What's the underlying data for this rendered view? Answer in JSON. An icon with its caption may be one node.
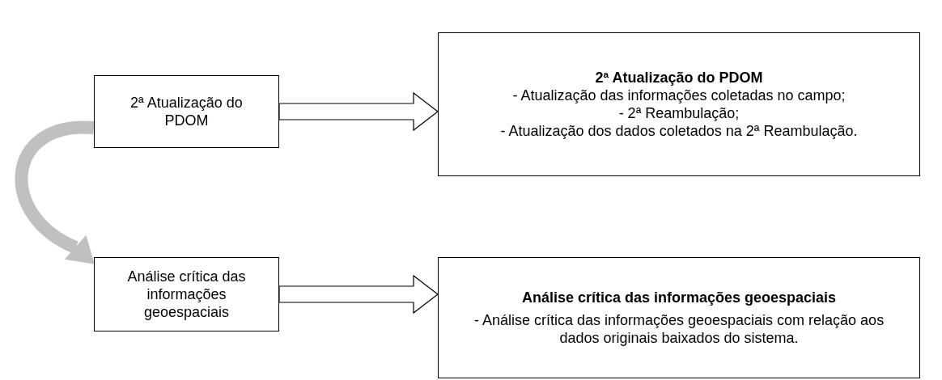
{
  "diagram": {
    "nodes": [
      {
        "text": [
          "2ª Atualização do PDOM"
        ]
      },
      {
        "text": [
          "2ª Atualização do PDOM",
          "- Atualização das informações coletadas no campo;",
          "- 2ª Reambulação;",
          "- Atualização dos dados coletados na 2ª Reambulação."
        ]
      },
      {
        "text": [
          "Análise crítica das informações geoespaciais"
        ]
      },
      {
        "text": [
          "Análise crítica das informações geoespaciais",
          "- Análise crítica das informações geoespaciais com relação aos dados originais baixados do sistema."
        ]
      }
    ],
    "edges": [
      {
        "from": 0,
        "to": 1,
        "arrow": "to"
      },
      {
        "from": 0,
        "to": 2,
        "arrow": "to",
        "color": "#c0c0c0"
      },
      {
        "from": 2,
        "to": 3,
        "arrow": "to"
      }
    ]
  }
}
